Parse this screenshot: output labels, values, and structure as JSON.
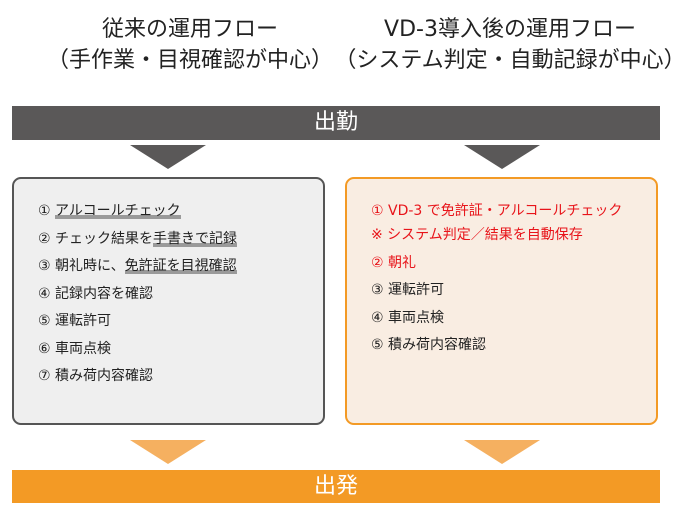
{
  "titles": {
    "left": [
      "従来の運用フロー",
      "（手作業・目視確認が中心）"
    ],
    "right": [
      "VD-3導入後の運用フロー",
      "（システム判定・自動記録が中心）"
    ]
  },
  "start_bar": "出勤",
  "end_bar": "出発",
  "left_items": [
    {
      "prefix": "① ",
      "underlined": "アルコールチェック"
    },
    {
      "prefix": "② チェック結果を",
      "underlined": "手書きで記録"
    },
    {
      "prefix": "③ 朝礼時に、",
      "underlined": "免許証を目視確認"
    },
    {
      "prefix": "④ 記録内容を確認",
      "underlined": ""
    },
    {
      "prefix": "⑤ 運転許可",
      "underlined": ""
    },
    {
      "prefix": "⑥ 車両点検",
      "underlined": ""
    },
    {
      "prefix": "⑦ 積み荷内容確認",
      "underlined": ""
    }
  ],
  "right_items": [
    "① VD-3 で免許証・アルコールチェック",
    "※ システム判定／結果を自動保存",
    "② 朝礼",
    "③ 運転許可",
    "④ 車両点検",
    "⑤ 積み荷内容確認"
  ],
  "colors": {
    "dark_bar": "#5a5858",
    "orange": "#f39a25",
    "highlight_red": "#e8141a"
  }
}
